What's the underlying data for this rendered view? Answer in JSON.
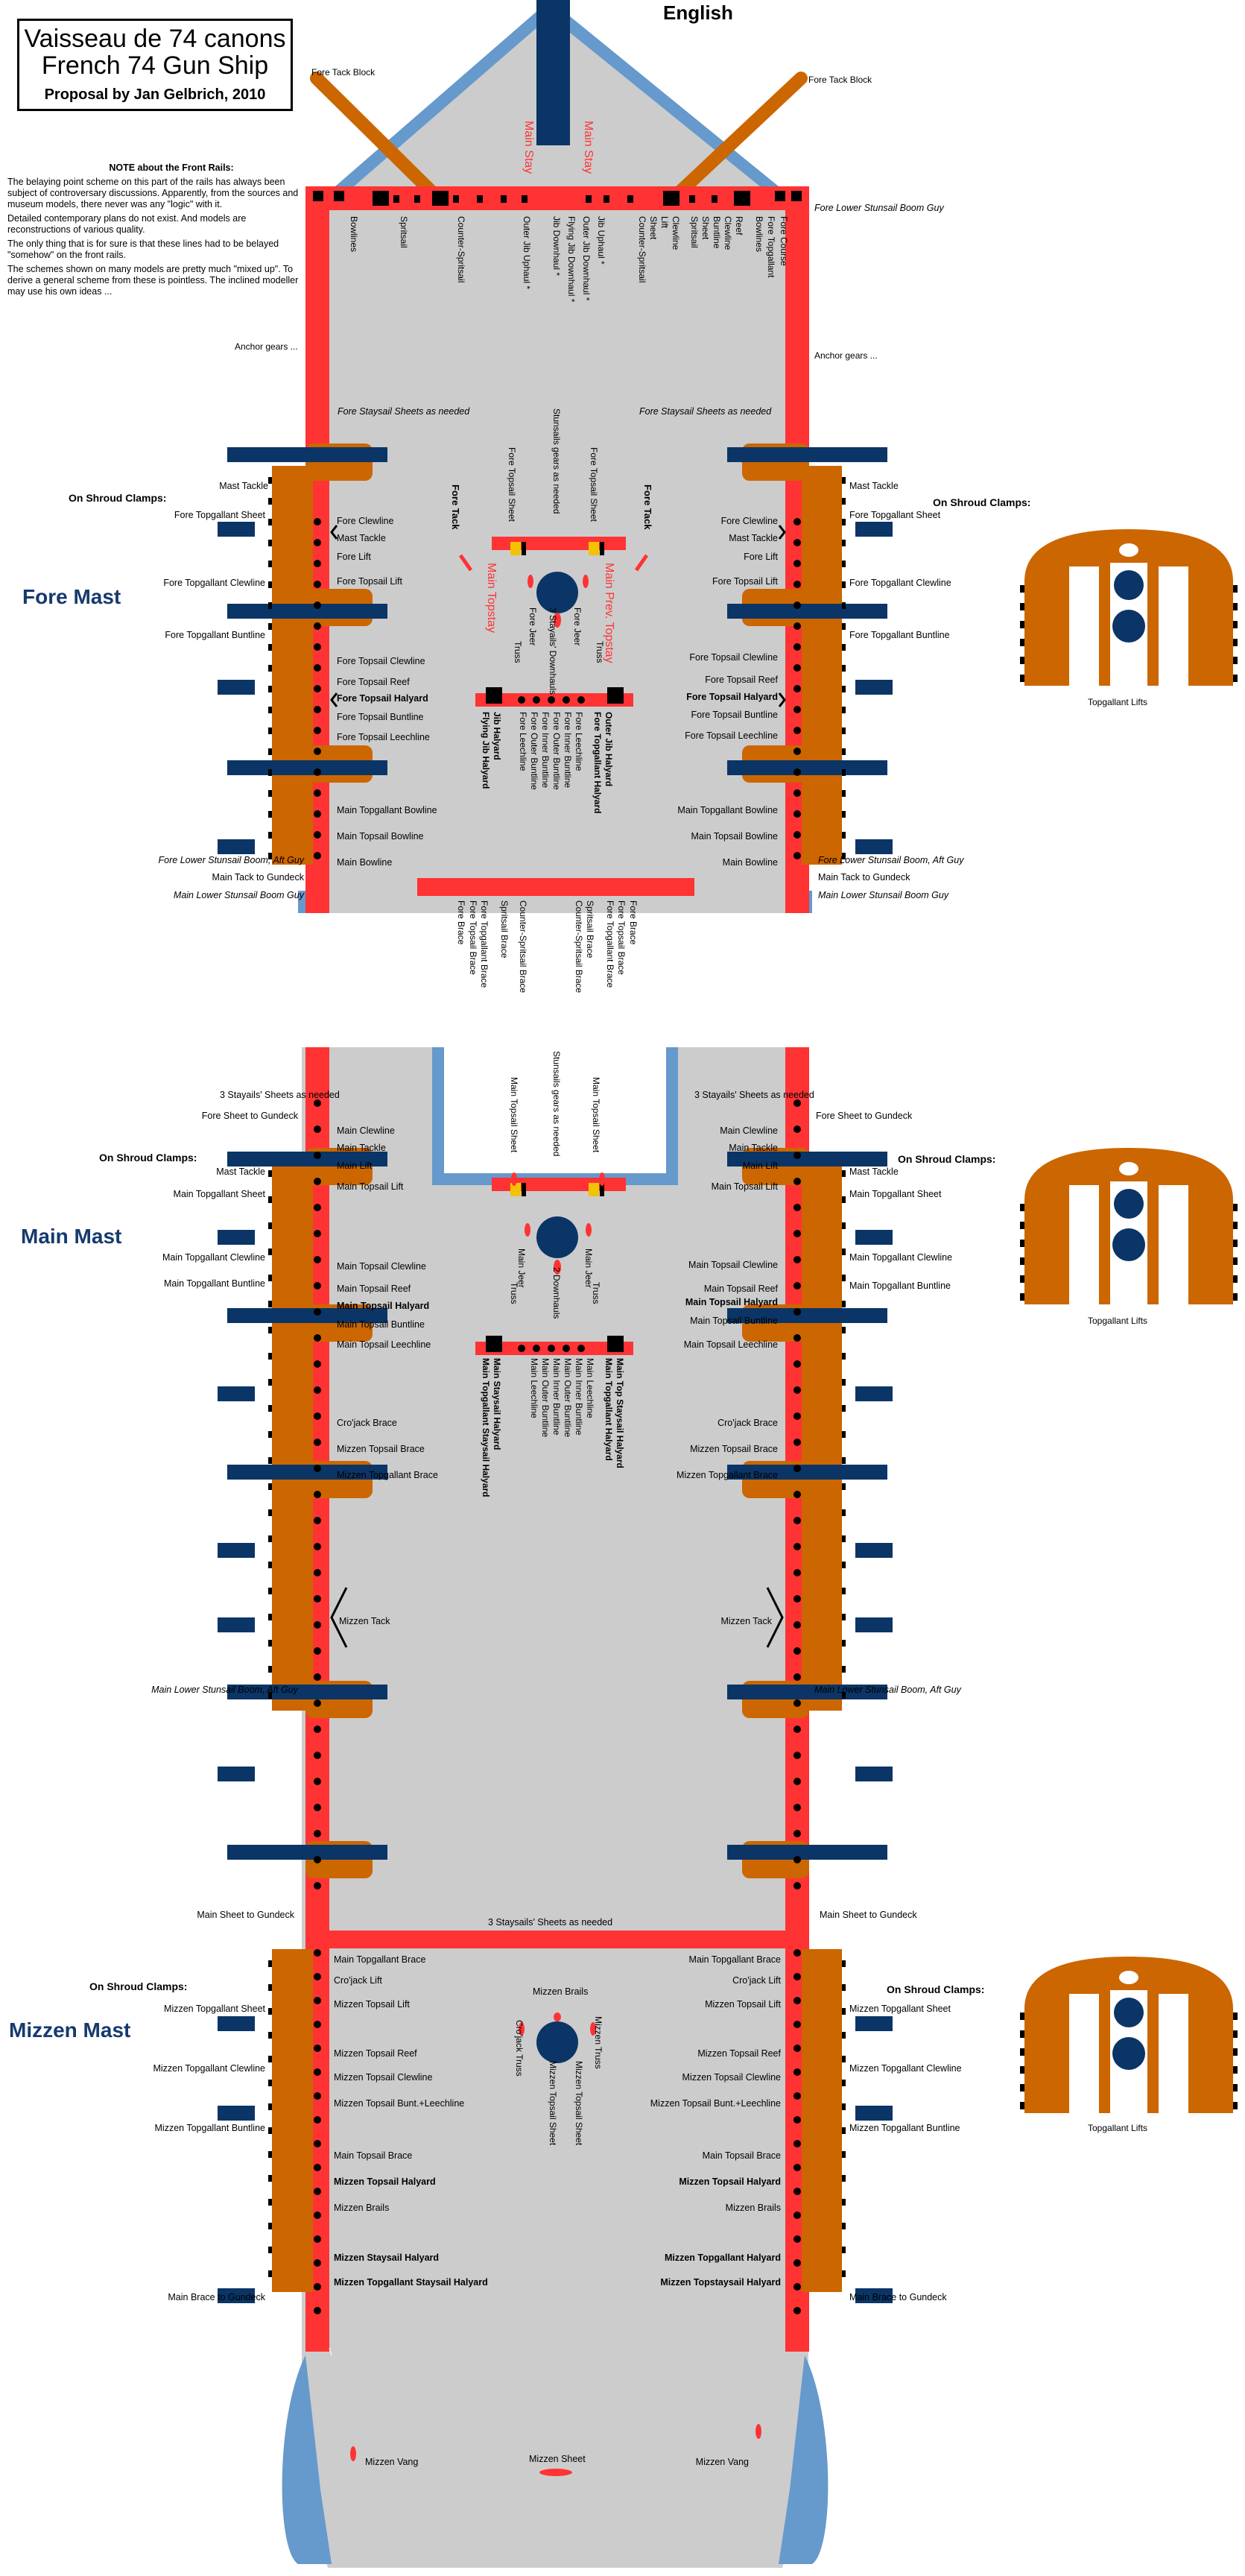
{
  "title": {
    "line1": "Vaisseau de 74 canons",
    "line2": "French 74 Gun Ship",
    "line3": "Proposal by Jan Gelbrich, 2010"
  },
  "language": "English",
  "note": {
    "heading": "NOTE about the Front Rails:",
    "p1": "The belaying point scheme on this part of the rails has always been subject of controversary discussions. Apparently, from the sources and museum models, there never was any \"logic\" with it.",
    "p2": "Detailed contemporary plans do not exist. And models are reconstructions of various quality.",
    "p3": "The only thing that is for sure is that these lines had to be belayed \"somehow\" on the front rails.",
    "p4": "The schemes shown on many models are pretty much \"mixed up\". To derive a general scheme from these is pointless. The inclined modeller may use his own ideas ..."
  },
  "masts": {
    "fore": "Fore Mast",
    "main": "Main Mast",
    "mizzen": "Mizzen Mast"
  },
  "on_shroud_clamps": "On Shroud Clamps:",
  "topgallant_lifts": "Topgallant Lifts",
  "bow": {
    "fore_tack_block": "Fore Tack Block",
    "main_stay": "Main Stay",
    "fore_lower_stunsail_boom_guy": "Fore Lower Stunsail Boom Guy",
    "anchor_gears": "Anchor gears ...",
    "rail_lines_left": [
      "Bowlines",
      "Spritsail",
      "Counter-Spritsail",
      "Outer Jib Uphaul *",
      "Jib Downhaul *",
      "Flying Jib Downhaul *",
      "Outer Jib Downhaul *",
      "Jib Uphaul *"
    ],
    "rail_lines_right": [
      "Counter-Spritsail",
      "Sheet",
      "Lift",
      "Clewline",
      "Spritsail",
      "Sheet",
      "Buntline",
      "Clewline",
      "Reef",
      "Bowlines",
      "Fore Topgallant",
      "Fore Course"
    ],
    "fore_staysail_sheets": "Fore Staysail Sheets as needed"
  },
  "fore": {
    "left": [
      "Mast Tackle",
      "Fore Topgallant Sheet",
      "Fore Clewline",
      "Mast Tackle",
      "Fore Lift",
      "Fore Topgallant Clewline",
      "Fore Topsail Lift",
      "Fore Topgallant Buntline",
      "Fore Topsail Clewline",
      "Fore Topsail Reef",
      "Fore Topsail Halyard",
      "Fore Topsail Buntline",
      "Fore Topsail Leechline",
      "Main Topgallant Bowline",
      "Main Topsail Bowline",
      "Main Bowline"
    ],
    "right": [
      "Mast Tackle",
      "Fore Topgallant Sheet",
      "Fore Clewline",
      "Mast Tackle",
      "Fore Lift",
      "Fore Topsail Lift",
      "Fore Topgallant Clewline",
      "Fore Topgallant Buntline",
      "Fore Topsail Clewline",
      "Fore Topsail Reef",
      "Fore Topsail Halyard",
      "Fore Topsail Buntline",
      "Fore Topsail Leechline",
      "Main Topgallant Bowline",
      "Main Topsail Bowline",
      "Main Bowline"
    ],
    "center_top": [
      "Fore Topsail Sheet",
      "Stunsails gears as needed",
      "Fore Topsail Sheet"
    ],
    "fore_tack": "Fore Tack",
    "main_topstay": "Main Topstay",
    "main_prev_topstay": "Main Prev. Topstay",
    "center_mid": [
      "Fore Jeer",
      "3 Stayails' Downhauls",
      "Fore Jeer",
      "Truss",
      "Truss"
    ],
    "center_low": [
      "Outer Jib Halyard",
      "Fore Topgallant Halyard",
      "Fore Leechline",
      "Fore Inner Buntline",
      "Fore Outer Buntline",
      "Fore Inner Buntline",
      "Fore Outer Buntline",
      "Fore Leechline",
      "Jib Halyard",
      "Flying Jib Halyard"
    ],
    "stern_left": [
      "Fore Lower Stunsail Boom, Aft Guy",
      "Main Tack to Gundeck",
      "Main Lower Stunsail Boom Guy"
    ],
    "stern_right": [
      "Fore Lower Stunsail Boom, Aft Guy",
      "Main Tack to Gundeck",
      "Main Lower Stunsail Boom Guy"
    ],
    "braces": [
      "Fore Brace",
      "Fore Topsail Brace",
      "Fore Topgallant Brace",
      "Spritsail Brace",
      "Counter-Spritsail Brace",
      "Counter-Spritsail Brace",
      "Spritsail Brace",
      "Fore Topgallant Brace",
      "Fore Topsail Brace",
      "Fore Brace"
    ]
  },
  "main": {
    "stayails_sheets": "3 Stayails' Sheets as needed",
    "left": [
      "Fore Sheet to Gundeck",
      "Main Clewline",
      "Main Tackle",
      "Mast Tackle",
      "Main Lift",
      "Main Topgallant Sheet",
      "Main Topsail Lift",
      "Main Topgallant Clewline",
      "Main Topgallant Buntline",
      "Main Topsail Clewline",
      "Main Topsail Reef",
      "Main Topsail Halyard",
      "Main Topsail Buntline",
      "Main Topsail Leechline",
      "Cro'jack Brace",
      "Mizzen Topsail Brace",
      "Mizzen Topgallant Brace",
      "Mizzen Tack",
      "Main Lower Stunsail Boom, Aft Guy",
      "Main Sheet to Gundeck"
    ],
    "right": [
      "Fore Sheet to Gundeck",
      "Main Clewline",
      "Main Tackle",
      "Mast Tackle",
      "Main Lift",
      "Main Topgallant Sheet",
      "Main Topsail Lift",
      "Main Topsail Clewline",
      "Main Topgallant Clewline",
      "Main Topsail Reef",
      "Main Topgallant Buntline",
      "Main Topsail Halyard",
      "Main Topsail Buntline",
      "Main Topsail Leechline",
      "Cro'jack Brace",
      "Mizzen Topsail Brace",
      "Mizzen Topgallant Brace",
      "Mizzen Tack",
      "Main Lower Stunsail Boom, Aft Guy",
      "Main Sheet to Gundeck"
    ],
    "center_top": [
      "Main Topsail Sheet",
      "Stunsails gears as needed",
      "Main Topsail Sheet"
    ],
    "center_mid": [
      "Main Jeer",
      "2 Downhauls",
      "Main Jeer",
      "Truss",
      "Truss"
    ],
    "center_low": [
      "Main Top Staysail Halyard",
      "Main Topgallant Halyard",
      "Main Leechline",
      "Main Inner Buntline",
      "Main Outer Buntline",
      "Main Inner Buntline",
      "Main Outer Buntline",
      "Main Leechline",
      "Main Staysail Halyard",
      "Main Topgallant Staysail Halyard"
    ]
  },
  "mizzen": {
    "staysails_sheets": "3 Staysails' Sheets as needed",
    "left": [
      "Mizzen Topgallant Sheet",
      "Mizzen Topgallant Clewline",
      "Mizzen Topgallant Buntline",
      "Main Brace to Gundeck"
    ],
    "right": [
      "Mizzen Topgallant Sheet",
      "Mizzen Topgallant Clewline",
      "Mizzen Topgallant Buntline",
      "Main Brace to Gundeck"
    ],
    "rail_left": [
      "Main Topgallant Brace",
      "Cro'jack Lift",
      "Mizzen Topsail Lift",
      "Mizzen Topsail Reef",
      "Mizzen Topsail Clewline",
      "Mizzen Topsail Bunt.+Leechline",
      "Main Topsail Brace",
      "Mizzen Topsail Halyard",
      "Mizzen Brails",
      "Mizzen Staysail Halyard",
      "Mizzen Topgallant Staysail Halyard"
    ],
    "rail_right": [
      "Main Topgallant Brace",
      "Cro'jack Lift",
      "Mizzen Topsail Lift",
      "Mizzen Topsail Reef",
      "Mizzen Topsail Clewline",
      "Mizzen Topsail Bunt.+Leechline",
      "Main Topsail Brace",
      "Mizzen Topsail Halyard",
      "Mizzen Brails",
      "Mizzen Topgallant Halyard",
      "Mizzen Topstaysail Halyard"
    ],
    "center": [
      "Mizzen Brails",
      "Cro'jack Truss",
      "Mizzen Topsail Sheet",
      "Mizzen Topsail Sheet",
      "Mizzen Truss"
    ],
    "vang_left": "Mizzen Vang",
    "vang_right": "Mizzen Vang",
    "sheet": "Mizzen Sheet"
  },
  "colors": {
    "rail": "#ff3333",
    "hull": "#cccccc",
    "clamp": "#cc6600",
    "navy": "#0a3566",
    "blue": "#6699cc"
  }
}
